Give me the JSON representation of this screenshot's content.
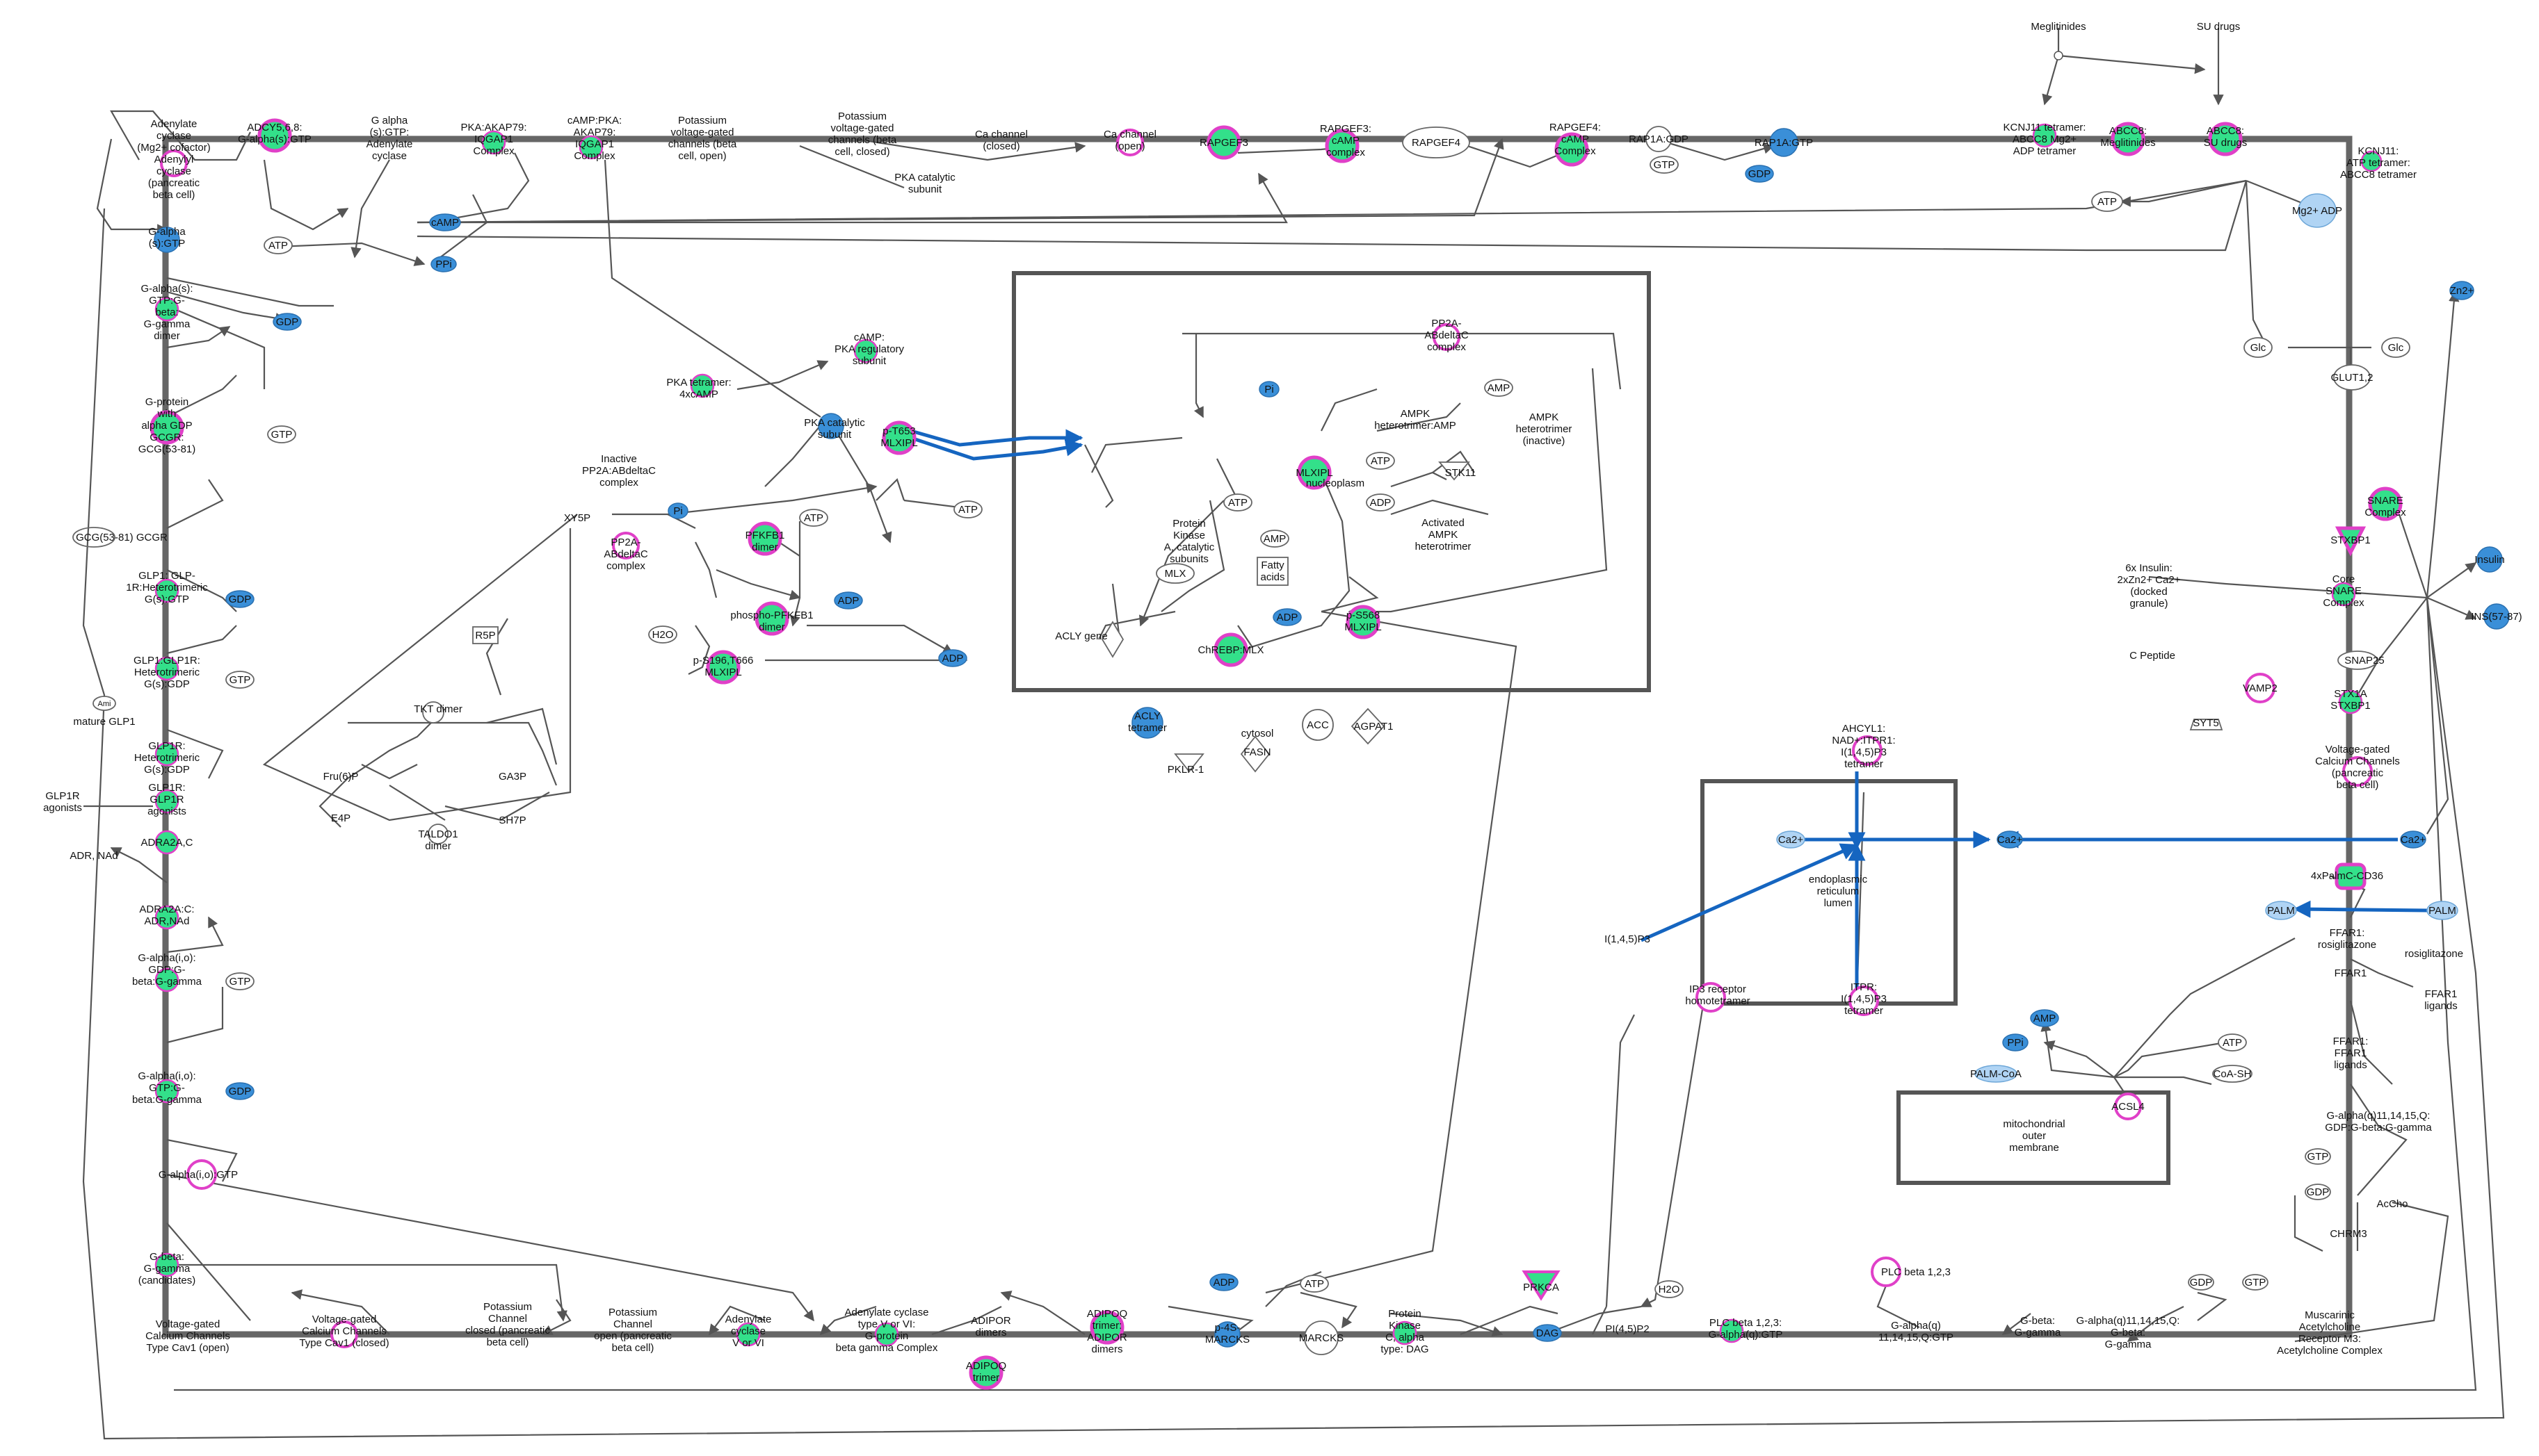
{
  "nodes": {
    "meglitinides": "Meglitinides",
    "su_drugs": "SU drugs",
    "kcnj11_abcc8_mg2_adp": [
      "KCNJ11 tetramer:",
      "ABCC8 Mg2+",
      "ADP tetramer"
    ],
    "abcc8_meglitinides": [
      "ABCC8:",
      "Meglitinides"
    ],
    "abcc8_su": [
      "ABCC8:",
      "SU drugs"
    ],
    "kcnj11_abcc8": [
      "KCNJ11:",
      "ATP tetramer:",
      "ABCC8 tetramer"
    ],
    "mg2_adp": "Mg2+ ADP",
    "atp_top_right": "ATP",
    "zn2": "Zn2+",
    "glc_a": "Glc",
    "glc_b": "Glc",
    "glut12": "GLUT1,2",
    "snare_complex": [
      "SNARE",
      "Complex"
    ],
    "stxbp1": "STXBP1",
    "core_snare": [
      "Core",
      "SNARE",
      "Complex"
    ],
    "snap25": "SNAP25",
    "stx1a_stxbp1": [
      "STX1A",
      "STXBP1"
    ],
    "insulin": "Insulin",
    "ins": "INS(57-87)",
    "zn_insulin_granule": [
      "6x Insulin:",
      "2xZn2+ Ca2+",
      "(docked",
      "granule)"
    ],
    "c_peptide": "C Peptide",
    "vamp2": "VAMP2",
    "syt5": "SYT5",
    "vgcc_right": [
      "Voltage-gated",
      "Calcium Channels",
      "(pancreatic",
      "beta cell)"
    ],
    "ca2_right": "Ca2+",
    "ca2_mid": "Ca2+",
    "ca2_er": "Ca2+",
    "palm_cd36": "4xPalmC-CD36",
    "palm_a": "PALM",
    "palm_b": "PALM",
    "ffar1_rosi": [
      "FFAR1:",
      "rosiglitazone"
    ],
    "rosiglitazone": "rosiglitazone",
    "ffar1": "FFAR1",
    "ffar1_ligands": [
      "FFAR1",
      "ligands"
    ],
    "ffar1_ffar1": [
      "FFAR1:",
      "FFAR1",
      "ligands"
    ],
    "gq_gdp": [
      "G-alpha(q)11,14,15,Q:",
      "GDP:G-beta:G-gamma"
    ],
    "gtp_r1": "GTP",
    "gdp_r1": "GDP",
    "chrm3": "CHRM3",
    "accho": "AcCho",
    "m3_receptor": [
      "Muscarinic",
      "Acetylcholine",
      "Receptor M3:",
      "Acetylcholine Complex"
    ],
    "gdp_b2": "GDP",
    "gtp_b2": "GTP",
    "gq_gtp": [
      "G-alpha(q)11,14,15,Q:",
      "G-beta:",
      "G-gamma"
    ],
    "gq_gtp2": [
      "G-alpha(q)",
      "11,14,15,Q:GTP"
    ],
    "gbeta_ggamma": [
      "G-beta:",
      "G-gamma"
    ],
    "plc_beta_a": "PLC beta 1,2,3",
    "plc_beta_gq": [
      "PLC beta 1,2,3:",
      "G-alpha(q):GTP"
    ],
    "pi45p2": "PI(4,5)P2",
    "h2o_b": "H2O",
    "dag": "DAG",
    "prkca": "PRKCA",
    "pkc_dag": [
      "Protein",
      "Kinase",
      "C, alpha",
      "type: DAG"
    ],
    "marcks": "MARCKS",
    "p_marcks": [
      "p-4S-",
      "MARCKS"
    ],
    "adp_b": "ADP",
    "atp_b": "ATP",
    "adipoq_adipor": [
      "ADIPOQ",
      "trimer:",
      "ADIPOR",
      "dimers"
    ],
    "adipor_dimers": [
      "ADIPOR",
      "dimers"
    ],
    "adipoq_trimer": [
      "ADIPOQ",
      "trimer"
    ],
    "ac_gbeta": [
      "Adenylate cyclase",
      "type V or VI:",
      "G-protein",
      "beta gamma Complex"
    ],
    "ac_v_vi": [
      "Adenylate",
      "cyclase",
      "V or VI"
    ],
    "kcc_open": [
      "Potassium",
      "Channel",
      "open (pancreatic",
      "beta cell)"
    ],
    "kcc_closed": [
      "Potassium",
      "Channel",
      "closed (pancreatic",
      "beta cell)"
    ],
    "vgcc_closed": [
      "Voltage-gated",
      "Calcium Channels",
      "Type Cav1 (closed)"
    ],
    "vgcc_open": [
      "Voltage-gated",
      "Calcium Channels",
      "Type Cav1 (open)"
    ],
    "gbg_candidates": [
      "G-beta:",
      "G-gamma",
      "(candidates)"
    ],
    "gaio_gtp": "G-alpha(i,o):GTP",
    "gaio_gtp_gbg": [
      "G-alpha(i,o):",
      "GTP:G-",
      "beta:G-gamma"
    ],
    "gdp_l3": "GDP",
    "gtp_l3": "GTP",
    "gaio_gdp_gbg": [
      "G-alpha(i,o):",
      "GDP:G-",
      "beta:G-gamma"
    ],
    "adra2a_adr": [
      "ADRA2A:C:",
      "ADR,NAd"
    ],
    "adra2a": "ADRA2A,C",
    "adr_nad": "ADR, NAd",
    "glp1r_agonists_c": [
      "GLP1R:",
      "GLP1R",
      "agonists"
    ],
    "glp1r_agonists": [
      "GLP1R",
      "agonists"
    ],
    "glp1r_gs_gdp": [
      "GLP1R:",
      "Heterotrimeric",
      "G(s):GDP"
    ],
    "amidated": "Ami",
    "mature_glp1": "mature GLP1",
    "glp1_glp1r_gs": [
      "GLP1:GLP1R:",
      "Heterotrimeric",
      "G(s):GDP"
    ],
    "gtp_l2": "GTP",
    "gdp_l2": "GDP",
    "glp1_gs_gtp": [
      "GLP1: GLP-",
      "1R:Heterotrimeric",
      "G(s):GTP"
    ],
    "gcg_gcgr": "GCG(53-81) GCGR",
    "gprotein_gcgr": [
      "G-protein",
      "with",
      "alpha GDP",
      "GCGR:",
      "GCG(53-81)"
    ],
    "gtp_l1": "GTP",
    "gdp_l1": "GDP",
    "gas_gtp_gbg": [
      "G-alpha(s):",
      "GTP:G-",
      "beta:",
      "G-gamma",
      "dimer"
    ],
    "gas_gtp": [
      "G-alpha",
      "(s):GTP"
    ],
    "adenylate_cyclase": [
      "Adenylate",
      "cyclase",
      "(Mg2+ cofactor)",
      "Adenylyl",
      "cyclase",
      "(pancreatic",
      "beta cell)"
    ],
    "adcy_gas": [
      "ADCY5,6,8:",
      "G-alpha(s):GTP"
    ],
    "galpha_adcy": [
      "G alpha",
      "(s):GTP:",
      "Adenylate",
      "cyclase"
    ],
    "pka_akap": [
      "PKA:AKAP79:",
      "IQGAP1",
      "Complex"
    ],
    "camp_pka_iqgap": [
      "cAMP:PKA:",
      "AKAP79:",
      "IQGAP1",
      "Complex"
    ],
    "kv_open": [
      "Potassium",
      "voltage-gated",
      "channels (beta",
      "cell, open)"
    ],
    "kv_closed": [
      "Potassium",
      "voltage-gated",
      "channels (beta",
      "cell, closed)"
    ],
    "pka_catalytic_top": [
      "PKA catalytic",
      "subunit"
    ],
    "ca_closed": [
      "Ca channel",
      "(closed)"
    ],
    "ca_open": [
      "Ca channel",
      "(open)"
    ],
    "rapgef3": "RAPGEF3",
    "rapgef3_camp": [
      "RAPGEF3:",
      "cAMP",
      "complex"
    ],
    "rapgef4": "RAPGEF4",
    "rapgef4_camp": [
      "RAPGEF4:",
      "cAMP",
      "Complex"
    ],
    "rap1a_gdp": "RAP1A:GDP",
    "rap1a_gtp": "RAP1A:GTP",
    "gtp_top": "GTP",
    "gdp_top": "GDP",
    "atp_l": "ATP",
    "camp": "cAMP",
    "ppi": "PPi",
    "pka_tetramer": [
      "PKA tetramer:",
      "4xcAMP"
    ],
    "camp_pka_reg": [
      "cAMP:",
      "PKA regulatory",
      "subunit"
    ],
    "pka_catalytic": [
      "PKA catalytic",
      "subunit"
    ],
    "inactive_pp2a": [
      "Inactive",
      "PP2A:ABdeltaC",
      "complex"
    ],
    "pp2a_abdeltac_a": [
      "PP2A-",
      "ABdeltaC",
      "complex"
    ],
    "xy5p": "XY5P",
    "pi_a": "Pi",
    "pfkfb1": [
      "PFKFB1",
      "dimer"
    ],
    "p_pfkfb1": [
      "phospho-PFKFB1",
      "dimer"
    ],
    "adp_a": "ADP",
    "atp_a": "ATP",
    "h2o_a": "H2O",
    "p_s196": [
      "p-S196,T666",
      "MLXIPL"
    ],
    "p_t653": [
      "p-T653",
      "MLXIPL"
    ],
    "adp_c": "ADP",
    "atp_c": "ATP",
    "r5p": "R5P",
    "tkt": "TKT dimer",
    "fru6p": "Fru(6)P",
    "e4p": "E4P",
    "ga3p": "GA3P",
    "sh7p": "SH7P",
    "taldo1": [
      "TALDO1",
      "dimer"
    ],
    "pp2a_abdeltac_b": [
      "PP2A-",
      "ABdeltaC",
      "complex"
    ],
    "pi_b": "Pi",
    "mlxipl": "MLXIPL",
    "nucleoplasm": "nucleoplasm",
    "ampk_amp": [
      "AMPK",
      "heterotrimer:AMP"
    ],
    "amp_a": "AMP",
    "ampk_inactive": [
      "AMPK",
      "heterotrimer",
      "(inactive)"
    ],
    "atp_d": "ATP",
    "stk11": "STK11",
    "adp_d": "ADP",
    "activated_ampk": [
      "Activated",
      "AMPK",
      "heterotrimer"
    ],
    "amp_b": "AMP",
    "fatty_acids": [
      "Fatty",
      "acids"
    ],
    "adp_e": "ADP",
    "p_s568": [
      "p-S568",
      "MLXIPL"
    ],
    "pk_a_cat": [
      "Protein",
      "Kinase",
      "A, catalytic",
      "subunits"
    ],
    "atp_e": "ATP",
    "mlx": "MLX",
    "chrebp_mlx": "ChREBP:MLX",
    "acly_gene": "ACLY gene",
    "acly": [
      "ACLY",
      "tetramer"
    ],
    "fasn": [
      "cytosol",
      "FASN"
    ],
    "acc": "ACC",
    "agpat1": "AGPAT1",
    "pklr": "PKLR-1",
    "ahcyl1": [
      "AHCYL1:",
      "NAD+:ITPR1:",
      "I(1,4,5)P3",
      "tetramer"
    ],
    "er_lumen": [
      "endoplasmic",
      "reticulum",
      "lumen"
    ],
    "ip3": "I(1,4,5)P3",
    "ip3_receptor": [
      "IP3 receptor",
      "homotetramer"
    ],
    "itpr_ip3": [
      "ITPR:",
      "I(1,4,5)P3",
      "tetramer"
    ],
    "amp_c": "AMP",
    "ppi_b": "PPi",
    "atp_f": "ATP",
    "palm_coa": "PALM-CoA",
    "coa_sh": "CoA-SH",
    "acsl4": "ACSL4",
    "mito": [
      "mitochondrial",
      "outer",
      "membrane"
    ]
  },
  "colors": {
    "gene_fill": "#33e08a",
    "highlight_border": "#e040c8",
    "small_molecule": "#3a8fd8",
    "small_molecule_light": "#b0d4f4",
    "translocation_arrow": "#1565c0",
    "membrane": "#666666"
  }
}
